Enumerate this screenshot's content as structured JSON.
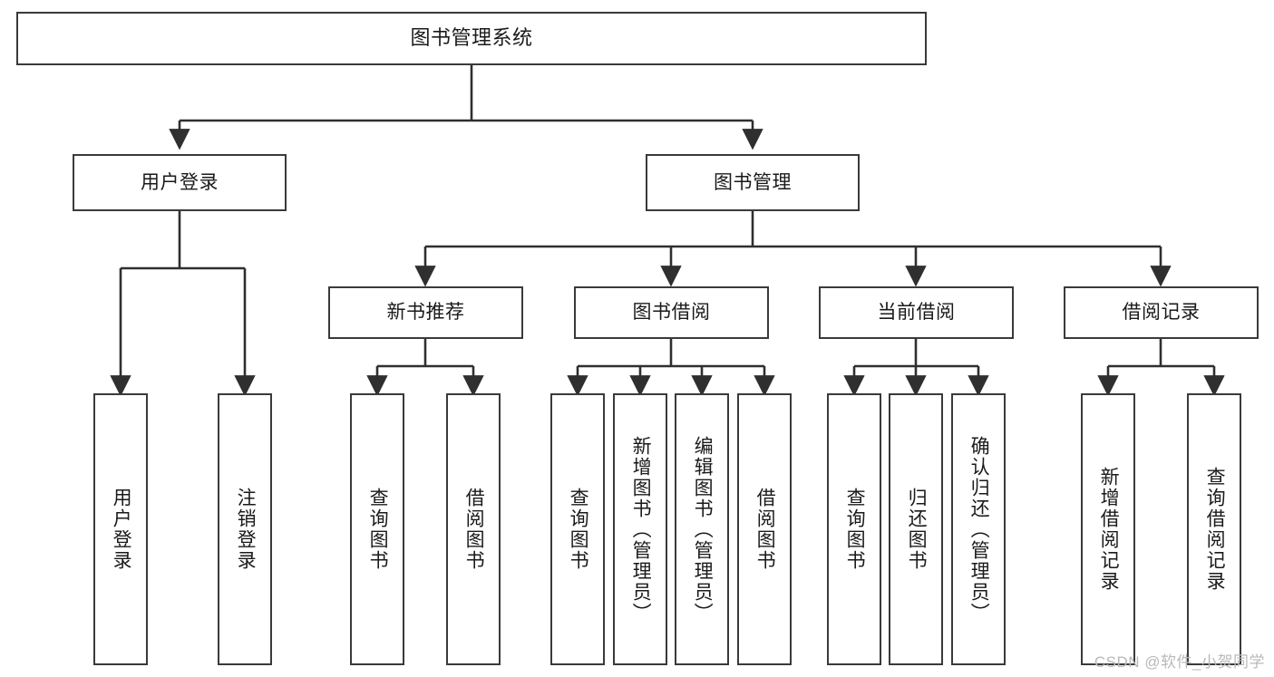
{
  "diagram": {
    "title": "图书管理系统",
    "type": "tree-hierarchy",
    "watermark": "CSDN @软件_小贺同学",
    "colors": {
      "background": "#ffffff",
      "node_border": "#3a3a3a",
      "node_fill": "#ffffff",
      "edge": "#2f2f2f",
      "text": "#1a1a1a",
      "watermark": "#b9b9b9"
    },
    "nodes": {
      "root": {
        "label": "图书管理系统",
        "orientation": "horizontal"
      },
      "level2": [
        {
          "id": "user-login",
          "label": "用户登录",
          "orientation": "horizontal"
        },
        {
          "id": "book-manage",
          "label": "图书管理",
          "orientation": "horizontal"
        }
      ],
      "level3": [
        {
          "id": "new-book-rec",
          "label": "新书推荐",
          "orientation": "horizontal"
        },
        {
          "id": "book-borrow",
          "label": "图书借阅",
          "orientation": "horizontal"
        },
        {
          "id": "current-borrow",
          "label": "当前借阅",
          "orientation": "horizontal"
        },
        {
          "id": "borrow-record",
          "label": "借阅记录",
          "orientation": "horizontal"
        }
      ],
      "leaves": [
        {
          "id": "leaf-user-login",
          "label": "用户登录",
          "parent": "user-login",
          "orientation": "vertical"
        },
        {
          "id": "leaf-user-logout",
          "label": "注销登录",
          "parent": "user-login",
          "orientation": "vertical"
        },
        {
          "id": "leaf-query-book-1",
          "label": "查询图书",
          "parent": "new-book-rec",
          "orientation": "vertical"
        },
        {
          "id": "leaf-borrow-book-1",
          "label": "借阅图书",
          "parent": "new-book-rec",
          "orientation": "vertical"
        },
        {
          "id": "leaf-query-book-2",
          "label": "查询图书",
          "parent": "book-borrow",
          "orientation": "vertical"
        },
        {
          "id": "leaf-add-book",
          "label": "新增图书（管理员）",
          "parent": "book-borrow",
          "orientation": "vertical"
        },
        {
          "id": "leaf-edit-book",
          "label": "编辑图书（管理员）",
          "parent": "book-borrow",
          "orientation": "vertical"
        },
        {
          "id": "leaf-borrow-book-2",
          "label": "借阅图书",
          "parent": "book-borrow",
          "orientation": "vertical"
        },
        {
          "id": "leaf-query-book-3",
          "label": "查询图书",
          "parent": "current-borrow",
          "orientation": "vertical"
        },
        {
          "id": "leaf-return-book",
          "label": "归还图书",
          "parent": "current-borrow",
          "orientation": "vertical"
        },
        {
          "id": "leaf-confirm-return",
          "label": "确认归还（管理员）",
          "parent": "current-borrow",
          "orientation": "vertical"
        },
        {
          "id": "leaf-add-record",
          "label": "新增借阅记录",
          "parent": "borrow-record",
          "orientation": "vertical"
        },
        {
          "id": "leaf-query-record",
          "label": "查询借阅记录",
          "parent": "borrow-record",
          "orientation": "vertical"
        }
      ]
    }
  }
}
